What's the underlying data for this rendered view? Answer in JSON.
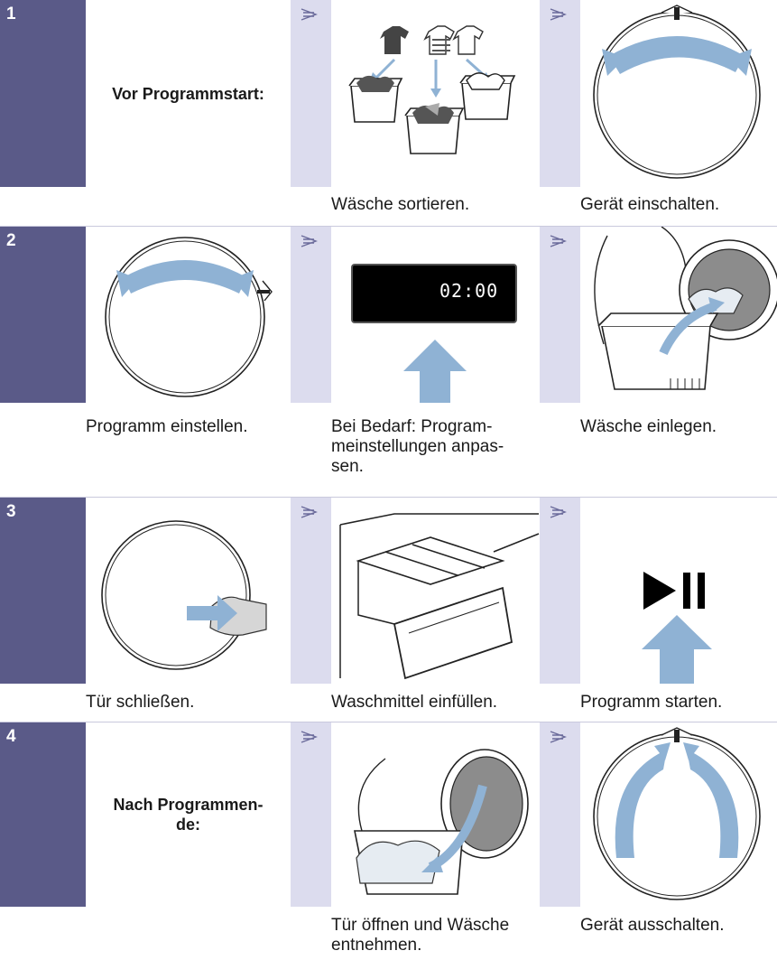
{
  "steps": [
    {
      "number": "1",
      "intro": "Vor Programmstart:",
      "captions": [
        "Wäsche sortieren.",
        "Gerät einschalten."
      ]
    },
    {
      "number": "2",
      "captions": [
        "Programm einstellen.",
        "Bei Bedarf: Program-\nmeinstellungen anpas-\nsen.",
        "Wäsche einlegen."
      ],
      "display_value": "02:00"
    },
    {
      "number": "3",
      "captions": [
        "Tür schließen.",
        "Waschmittel einfüllen.",
        "Programm starten."
      ]
    },
    {
      "number": "4",
      "intro": "Nach Programmen-\nde:",
      "captions": [
        "Tür öffnen und Wäsche\nentnehmen.",
        "Gerät ausschalten."
      ]
    }
  ],
  "colors": {
    "step_band": "#5a5a88",
    "gap_band": "#dcdcee",
    "arrow_blue": "#8fb2d4",
    "rule": "#c9c9dd"
  },
  "icons": {
    "next_step": "double-arrow-right-icon",
    "start_pause": "play-pause-icon"
  }
}
